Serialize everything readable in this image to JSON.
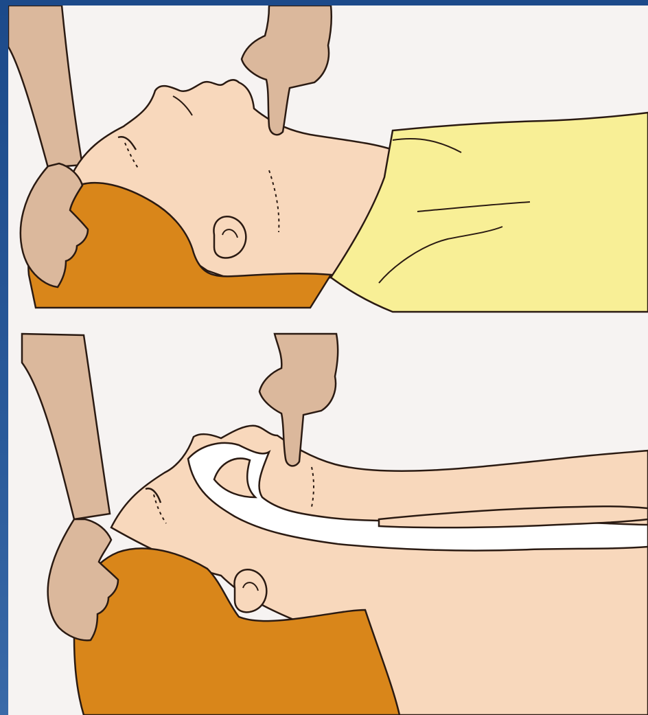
{
  "figure": {
    "panels": [
      {
        "id": "top",
        "subject": "head-tilt-chin-lift-external-view"
      },
      {
        "id": "bottom",
        "subject": "head-tilt-chin-lift-airway-cutaway"
      }
    ]
  },
  "colors": {
    "background_frame": "#1e4c8c",
    "paper": "#f6f3f2",
    "skin": "#f8d8bc",
    "rescuer_skin": "#dbb89c",
    "hair": "#d9861a",
    "shirt": "#f8ef96",
    "outline": "#2a1a12",
    "airway": "#ffffff"
  }
}
